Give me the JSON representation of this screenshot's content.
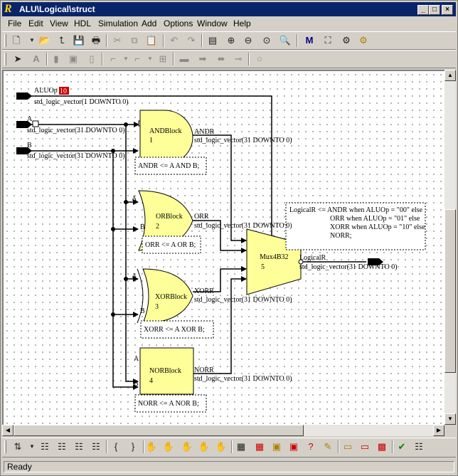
{
  "window": {
    "title": "ALU\\Logical\\struct",
    "app_icon": "R",
    "controls": {
      "minimize": "_",
      "maximize": "□",
      "close": "×"
    }
  },
  "menu": [
    "File",
    "Edit",
    "View",
    "HDL",
    "Simulation",
    "Add",
    "Options",
    "Window",
    "Help"
  ],
  "diagram": {
    "ports": {
      "aluop": {
        "name": "ALUOp",
        "type": "std_logic_vector(1 DOWNTO 0)",
        "badge": "10"
      },
      "a": {
        "name": "A",
        "type": "std_logic_vector(31 DOWNTO 0)"
      },
      "b": {
        "name": "B",
        "type": "std_logic_vector(31 DOWNTO 0)"
      }
    },
    "blocks": [
      {
        "name": "ANDBlock",
        "num": "1",
        "out": "ANDR",
        "out_type": "std_logic_vector(31 DOWNTO 0)",
        "code": "ANDR <= A AND B;",
        "in_a": "A",
        "in_b": "B"
      },
      {
        "name": "ORBlock",
        "num": "2",
        "out": "ORR",
        "out_type": "std_logic_vector(31 DOWNTO 0)",
        "code": "ORR <= A OR B;",
        "in_a": "A",
        "in_b": "B"
      },
      {
        "name": "XORBlock",
        "num": "3",
        "out": "XORR",
        "out_type": "std_logic_vector(31 DOWNTO 0)",
        "code": "XORR <= A XOR B;",
        "in_a": "A",
        "in_b": "B"
      },
      {
        "name": "NORBlock",
        "num": "4",
        "out": "NORR",
        "out_type": "std_logic_vector(31 DOWNTO 0)",
        "code": "NORR <= A NOR B;",
        "in_a": "A",
        "in_b": "B"
      }
    ],
    "mux": {
      "name": "Mux4B32",
      "num": "5",
      "out": "LogicalR",
      "out_type": "std_logic_vector(31 DOWNTO 0)"
    },
    "mux_code": [
      "LogicalR <= ANDR when ALUOp = \"00\" else",
      "ORR when ALUOp = \"01\" else",
      "XORR when ALUOp = \"10\" else",
      "NORR;"
    ]
  },
  "colors": {
    "block_fill": "#ffff99",
    "title_bar": "#0a246a",
    "badge": "#cc0000"
  },
  "status": "Ready"
}
